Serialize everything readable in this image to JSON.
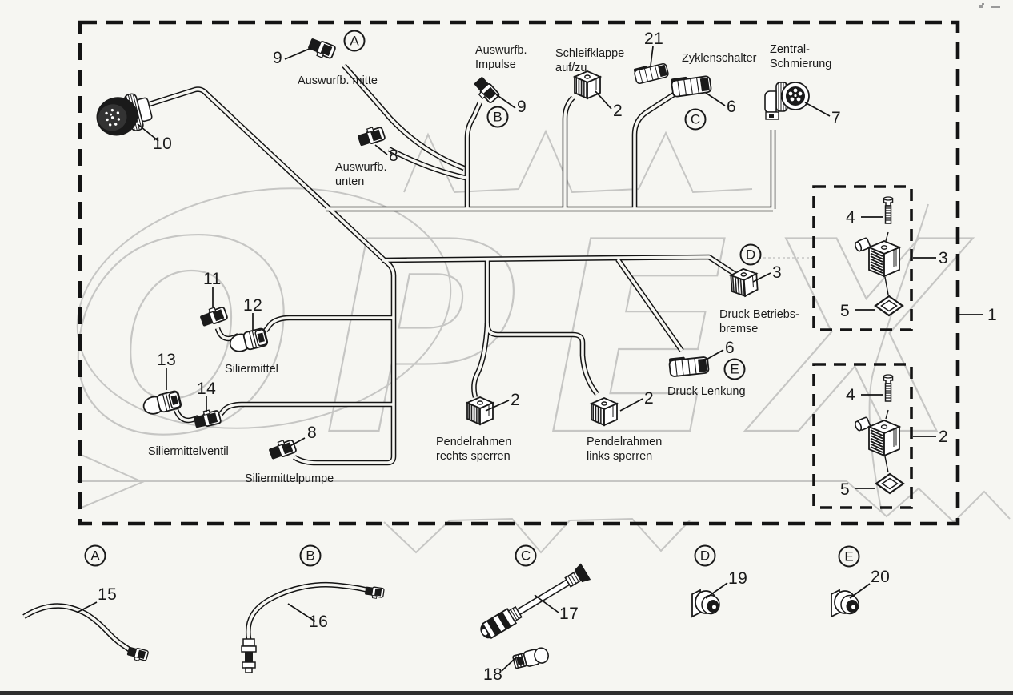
{
  "diagram": {
    "watermark": {
      "text": "OPEX"
    },
    "frame_ref": "1",
    "parts": {
      "auswurfb_mitte": {
        "num": "9",
        "label": "Auswurfb. mitte"
      },
      "hauptstecker": {
        "num": "10"
      },
      "auswurfb_unten": {
        "num": "8",
        "line1": "Auswurfb.",
        "line2": "unten"
      },
      "auswurfb_impulse": {
        "num": "9",
        "line1": "Auswurfb.",
        "line2": "Impulse"
      },
      "schleifklappe": {
        "num": "2",
        "line1": "Schleifklappe",
        "line2": "auf/zu"
      },
      "stecker21": {
        "num": "21"
      },
      "zyklenschalter": {
        "num": "6",
        "label": "Zyklenschalter"
      },
      "zentralschmierung": {
        "num": "7",
        "line1": "Zentral-",
        "line2": "Schmierung"
      },
      "druck_betriebsbremse": {
        "num": "3",
        "line1": "Druck Betriebs-",
        "line2": "bremse"
      },
      "druck_lenkung": {
        "num": "6",
        "label": "Druck Lenkung"
      },
      "pendelrahmen_rechts": {
        "num": "2",
        "line1": "Pendelrahmen",
        "line2": "rechts sperren"
      },
      "pendelrahmen_links": {
        "num": "2",
        "line1": "Pendelrahmen",
        "line2": "links sperren"
      },
      "siliermittel": {
        "num_a": "11",
        "num_b": "12",
        "label": "Siliermittel"
      },
      "siliermittelventil": {
        "num_a": "13",
        "num_b": "14",
        "label": "Siliermittelventil"
      },
      "siliermittelpumpe": {
        "num": "8",
        "label": "Siliermittelpumpe"
      }
    },
    "detail_box_top": {
      "bolt": "4",
      "valve": "3",
      "seal": "5"
    },
    "detail_box_bottom": {
      "bolt": "4",
      "valve": "2",
      "seal": "5"
    },
    "section_letters": {
      "a": "A",
      "b": "B",
      "c": "C",
      "d": "D",
      "e": "E"
    },
    "bottom_parts": {
      "p15": "15",
      "p16": "16",
      "p17": "17",
      "p18": "18",
      "p19": "19",
      "p20": "20"
    }
  }
}
